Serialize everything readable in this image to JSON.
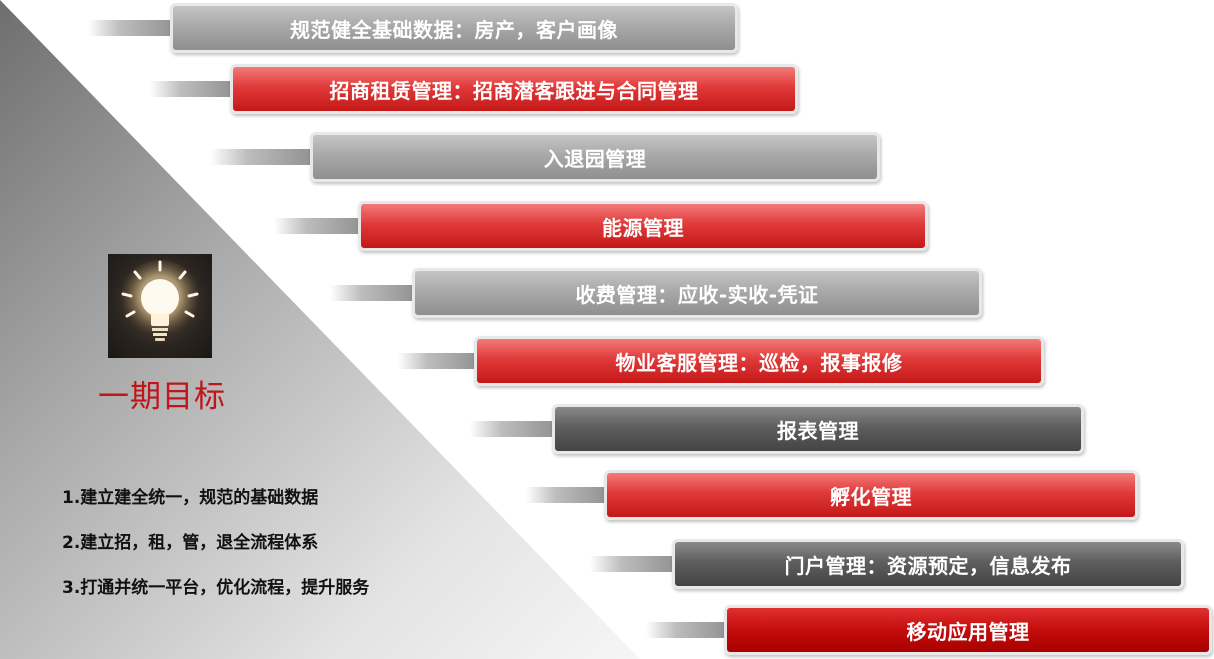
{
  "steps": [
    {
      "label": "规范健全基础数据：房产，客户画像",
      "style": "grey"
    },
    {
      "label": "招商租赁管理：招商潜客跟进与合同管理",
      "style": "red"
    },
    {
      "label": "入退园管理",
      "style": "grey"
    },
    {
      "label": "能源管理",
      "style": "red"
    },
    {
      "label": "收费管理：应收-实收-凭证",
      "style": "grey"
    },
    {
      "label": "物业客服管理：巡检，报事报修",
      "style": "red"
    },
    {
      "label": "报表管理",
      "style": "dark"
    },
    {
      "label": "孵化管理",
      "style": "red"
    },
    {
      "label": "门户管理：资源预定，信息发布",
      "style": "dark"
    },
    {
      "label": "移动应用管理",
      "style": "deepred"
    }
  ],
  "goal": {
    "title": "一期目标",
    "items": [
      "1.建立建全统一，规范的基础数据",
      "2.建立招，租，管，退全流程体系",
      "3.打通并统一平台，优化流程，提升服务"
    ]
  },
  "colors": {
    "accent_red": "#c0151a",
    "grey": "#a9a9a9",
    "dark": "#5e5e5e"
  },
  "icons": {
    "goal_icon": "lightbulb-icon"
  }
}
